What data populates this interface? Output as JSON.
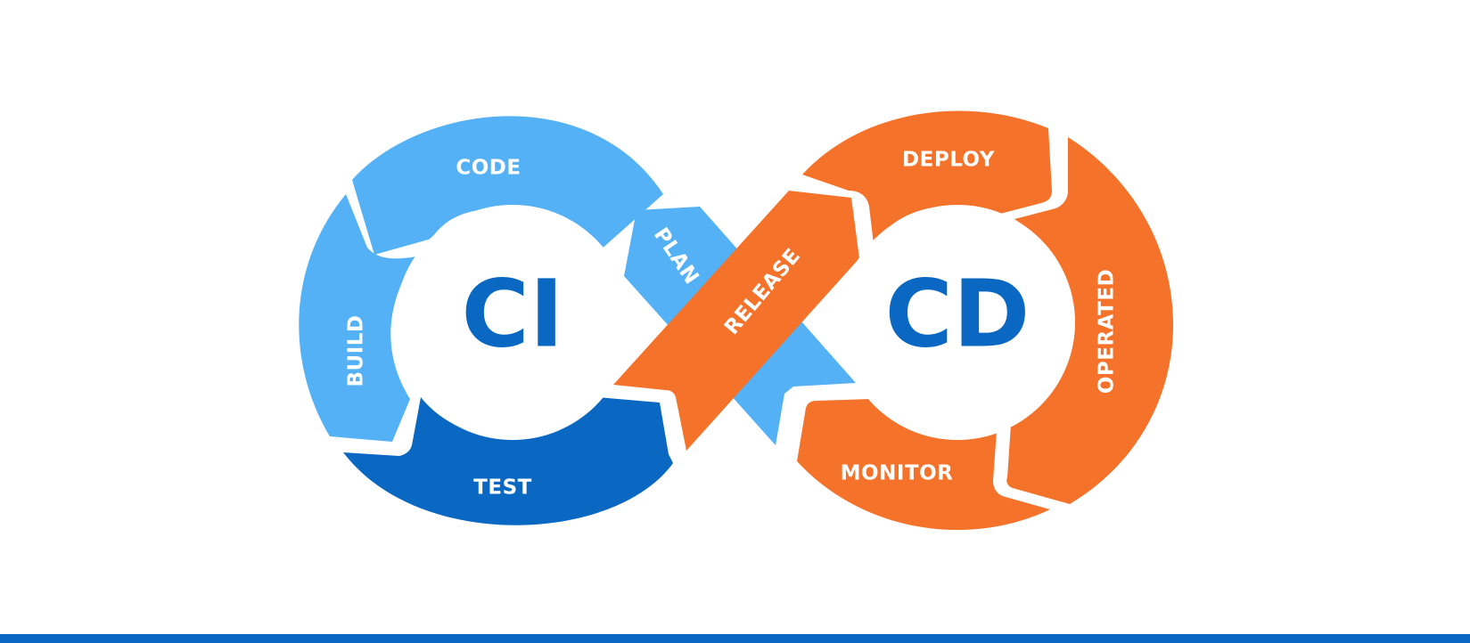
{
  "ci": {
    "label": "CI",
    "stages": [
      {
        "id": "code",
        "label": "CODE"
      },
      {
        "id": "plan",
        "label": "PLAN"
      },
      {
        "id": "build",
        "label": "BUILD"
      },
      {
        "id": "test",
        "label": "TEST"
      }
    ]
  },
  "release": {
    "label": "RELEASE"
  },
  "cd": {
    "label": "CD",
    "stages": [
      {
        "id": "deploy",
        "label": "DEPLOY"
      },
      {
        "id": "operated",
        "label": "OPERATED"
      },
      {
        "id": "monitor",
        "label": "MONITOR"
      }
    ]
  },
  "colors": {
    "light_blue": "#54B1F5",
    "dark_blue": "#0A68C3",
    "orange": "#F5722A",
    "hub_text": "#0A68C3",
    "bottom_rule": "#0A68C3"
  }
}
